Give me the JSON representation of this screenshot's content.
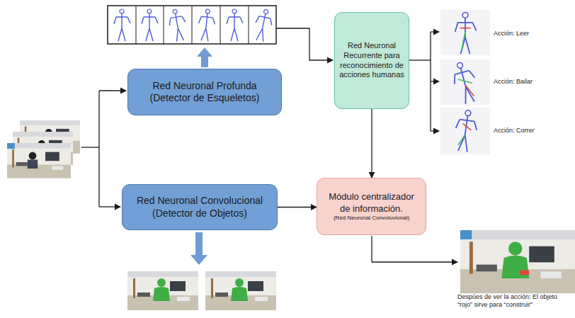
{
  "diagram": {
    "nodes": [
      {
        "text": [
          "Red Neuronal Profunda (Detector de Esqueletos)"
        ]
      },
      {
        "text": [
          "Red Neuronal Recurrente para reconocimiento de acciones humanas"
        ]
      },
      {
        "text": [
          "Red Neuronal Convolucional (Detector de Objetos)"
        ]
      },
      {
        "text": [
          "Módulo centralizador de información.",
          "(Red Neuronal Convoluvional)"
        ]
      }
    ],
    "edges": [
      {
        "from": 1,
        "to": 3,
        "arrow": "to"
      },
      {
        "from": 2,
        "to": 3,
        "arrow": "to"
      }
    ],
    "labels": [
      "Acción: Leer",
      "Acción: Bailar",
      "Acción: Correr",
      "Despúes de ver la acción: El objeto “rojo” sirve para “construir”"
    ]
  }
}
